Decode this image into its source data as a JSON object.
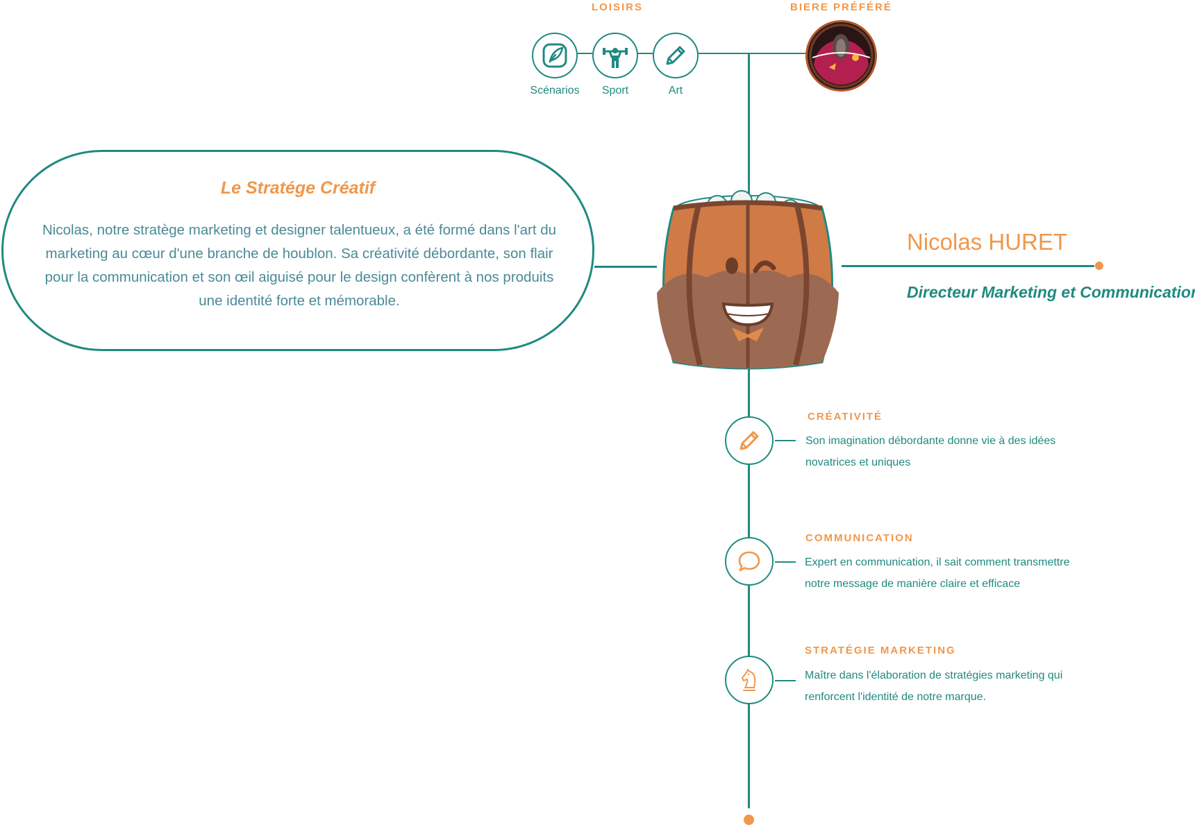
{
  "hobbies": {
    "title": "LOISIRS",
    "items": [
      {
        "label": "Scénarios",
        "icon": "quill-icon"
      },
      {
        "label": "Sport",
        "icon": "weightlifter-icon"
      },
      {
        "label": "Art",
        "icon": "pencil-icon"
      }
    ]
  },
  "beer": {
    "title": "BIERE PRÉFÉRÉ"
  },
  "bio": {
    "title": "Le Stratége Créatif",
    "text": "Nicolas, notre stratège marketing et designer talentueux, a été formé dans l'art du marketing au cœur d'une branche de houblon.  Sa créativité débordante, son flair pour la communication et son œil aiguisé pour le design confèrent à nos produits une identité forte et mémorable."
  },
  "profile": {
    "name": "Nicolas HURET",
    "role": "Directeur Marketing et Communication"
  },
  "skills": [
    {
      "title": "CRÉATIVITÉ",
      "description": "Son imagination débordante donne vie à des idées novatrices et uniques",
      "icon": "pencil-icon"
    },
    {
      "title": "COMMUNICATION",
      "description": "Expert en communication, il sait comment transmettre notre message de manière claire et efficace",
      "icon": "speech-bubble-icon"
    },
    {
      "title": "STRATÉGIE MARKETING",
      "description": "Maître dans l'élaboration de stratégies marketing qui renforcent l'identité de notre marque.",
      "icon": "chess-knight-icon"
    }
  ],
  "colors": {
    "teal": "#1f8a80",
    "orange": "#f0974b",
    "barrel": "#c9703f"
  }
}
